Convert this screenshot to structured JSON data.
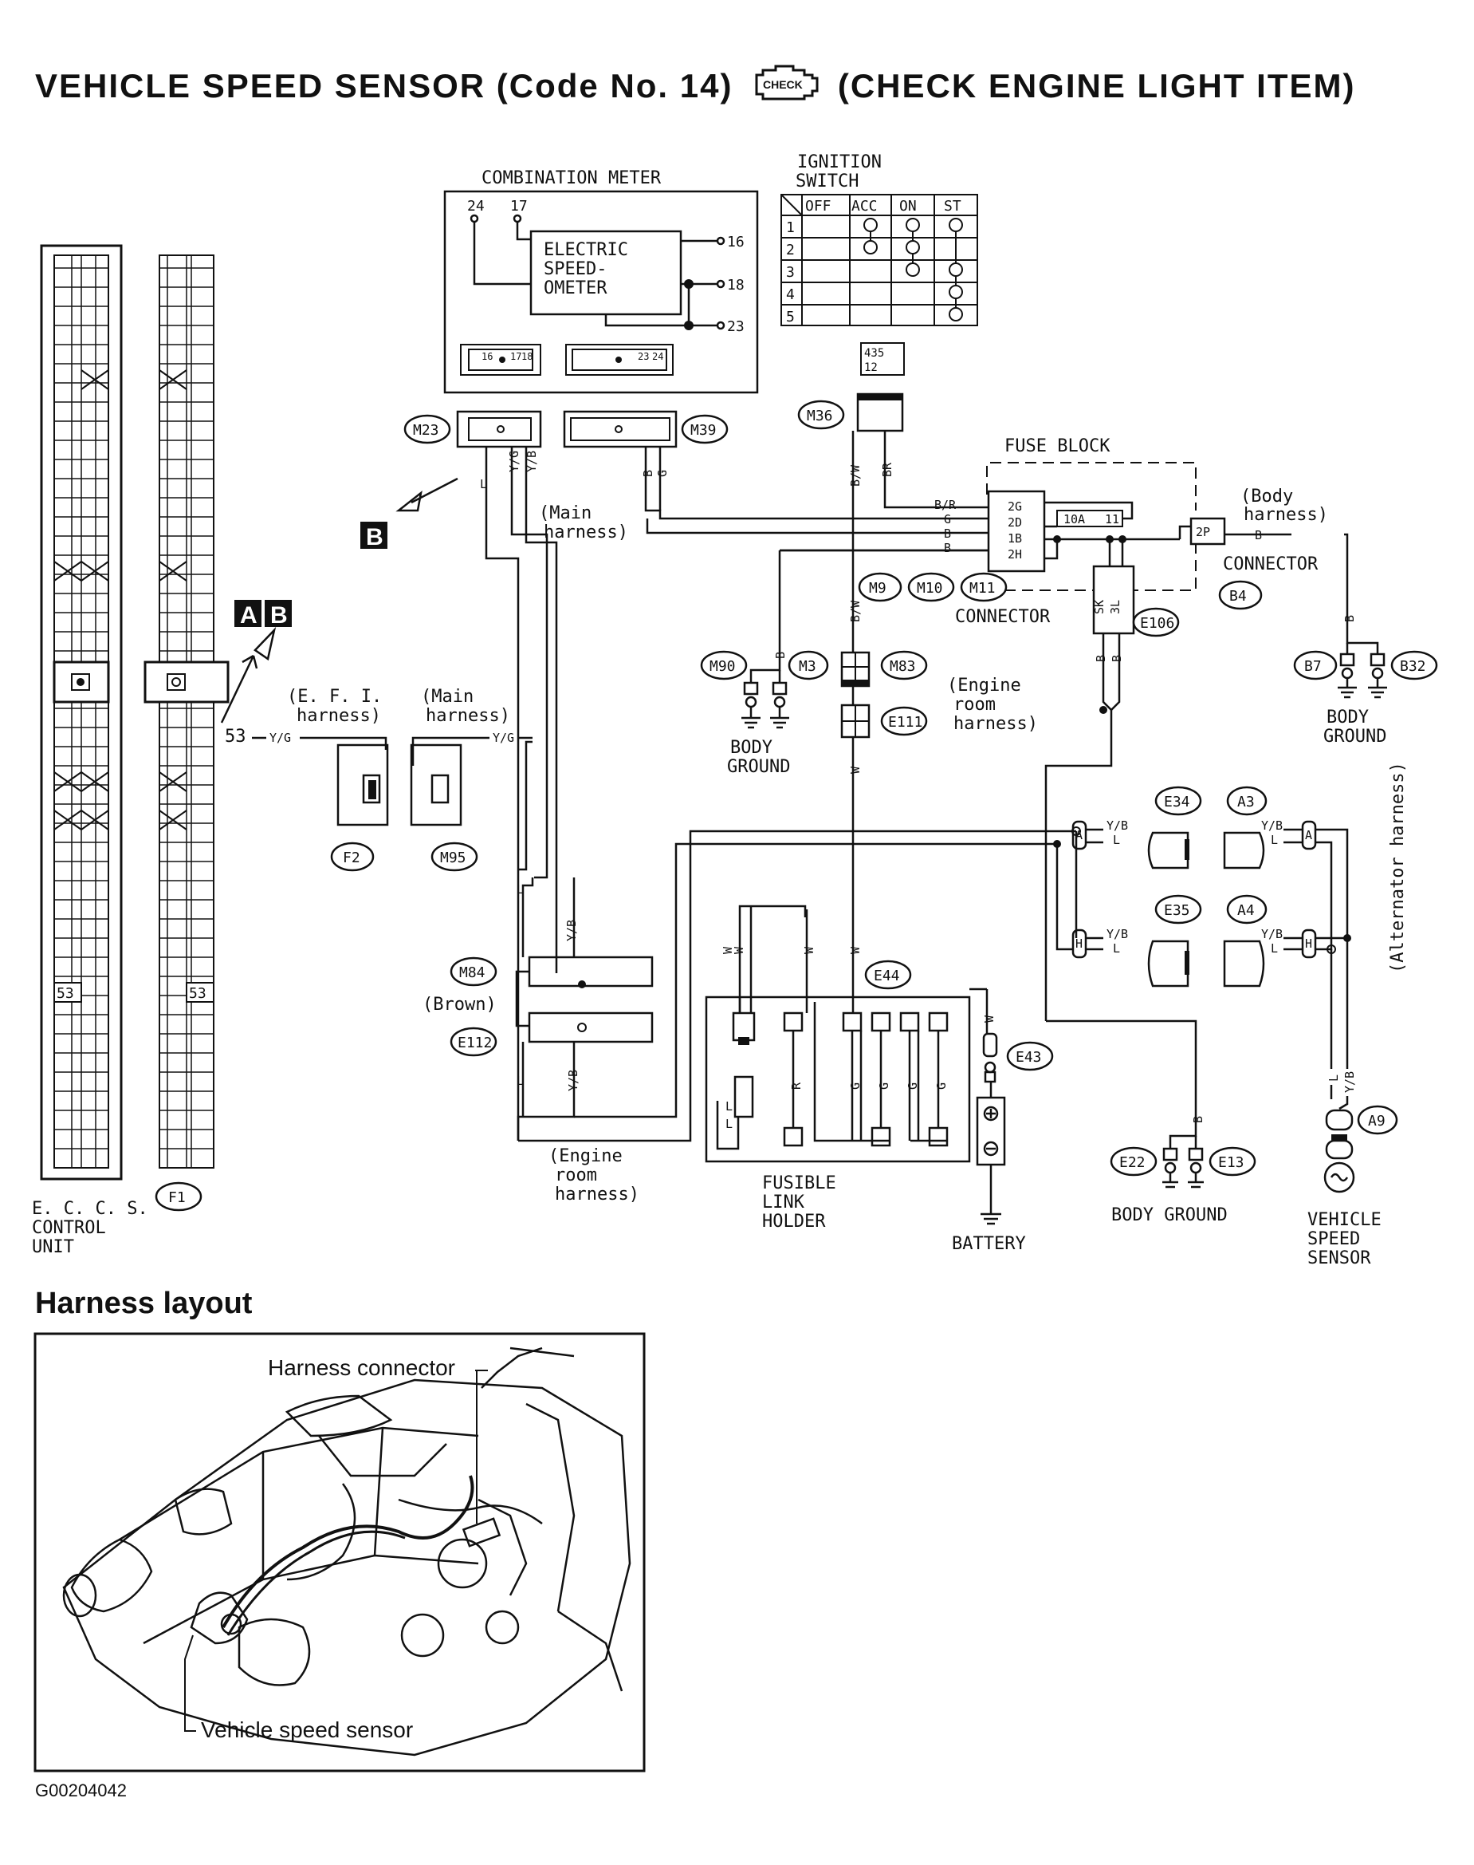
{
  "title": {
    "left": "VEHICLE SPEED SENSOR (Code No. 14)",
    "icon_text": "CHECK",
    "right": "(CHECK ENGINE LIGHT ITEM)"
  },
  "combination_meter": {
    "title": "COMBINATION METER",
    "speedometer": [
      "ELECTRIC",
      "SPEED-",
      "OMETER"
    ],
    "terminals": [
      "24",
      "17",
      "16",
      "18",
      "23"
    ],
    "conn_small_a": "16",
    "conn_small_b": "17",
    "conn_small_c": "18",
    "conn_small_d": "23",
    "conn_small_e": "24"
  },
  "ignition_switch": {
    "title": [
      "IGNITION",
      "SWITCH"
    ],
    "columns": [
      "OFF",
      "ACC",
      "ON",
      "ST"
    ],
    "rows": [
      "1",
      "2",
      "3",
      "4",
      "5"
    ],
    "conn_pins_top": "435",
    "conn_pins_bottom": "12"
  },
  "connectors": {
    "M23": "M23",
    "M39": "M39",
    "M36": "M36",
    "M9": "M9",
    "M10": "M10",
    "M11": "M11",
    "M90": "M90",
    "M3": "M3",
    "M83": "M83",
    "E111": "E111",
    "E106": "E106",
    "B4": "B4",
    "B7": "B7",
    "B32": "B32",
    "F2": "F2",
    "M95": "M95",
    "M84": "M84",
    "E112": "E112",
    "E34": "E34",
    "A3": "A3",
    "E35": "E35",
    "A4": "A4",
    "E44": "E44",
    "E43": "E43",
    "E22": "E22",
    "E13": "E13",
    "A9": "A9",
    "F1": "F1"
  },
  "labels": {
    "fuse_block": "FUSE BLOCK",
    "fuse_value": "10A",
    "fuse_pos": "11",
    "fuse_terms": [
      "2G",
      "2D",
      "1B",
      "2H"
    ],
    "connector_2p": "2P",
    "connector_sk": "SK",
    "connector_3l": "3L",
    "connector_word": "CONNECTOR",
    "body_harness": [
      "(Body",
      "harness)"
    ],
    "main_harness_1": [
      "(Main",
      "harness)"
    ],
    "main_harness_2": [
      "(Main",
      "harness)"
    ],
    "efi_harness": [
      "(E. F. I.",
      "harness)"
    ],
    "engine_room_harness_1": [
      "(Engine",
      "room",
      "harness)"
    ],
    "engine_room_harness_2": [
      "(Engine",
      "room",
      "harness)"
    ],
    "alternator_harness": "(Alternator harness)",
    "body_ground": [
      "BODY",
      "GROUND"
    ],
    "body_ground_bottom": "BODY GROUND",
    "brown": "(Brown)",
    "fusible_link_holder": [
      "FUSIBLE",
      "LINK",
      "HOLDER"
    ],
    "battery": "BATTERY",
    "vehicle_speed_sensor": [
      "VEHICLE",
      "SPEED",
      "SENSOR"
    ],
    "eccs": [
      "E. C. C. S.",
      "CONTROL",
      "UNIT"
    ],
    "pin_53": "53",
    "wire_53": "53",
    "ref_A": "A",
    "ref_B": "B",
    "conn_A": "A",
    "conn_H": "H"
  },
  "wire_colors": {
    "L": "L",
    "YG": "Y/G",
    "YB": "Y/B",
    "B": "B",
    "G": "G",
    "BW": "B/W",
    "BR": "BR",
    "BR2": "B/R",
    "W": "W",
    "R": "R"
  },
  "harness_layout": {
    "heading": "Harness layout",
    "callout_connector": "Harness connector",
    "callout_sensor": "Vehicle speed sensor"
  },
  "footer_code": "G00204042"
}
